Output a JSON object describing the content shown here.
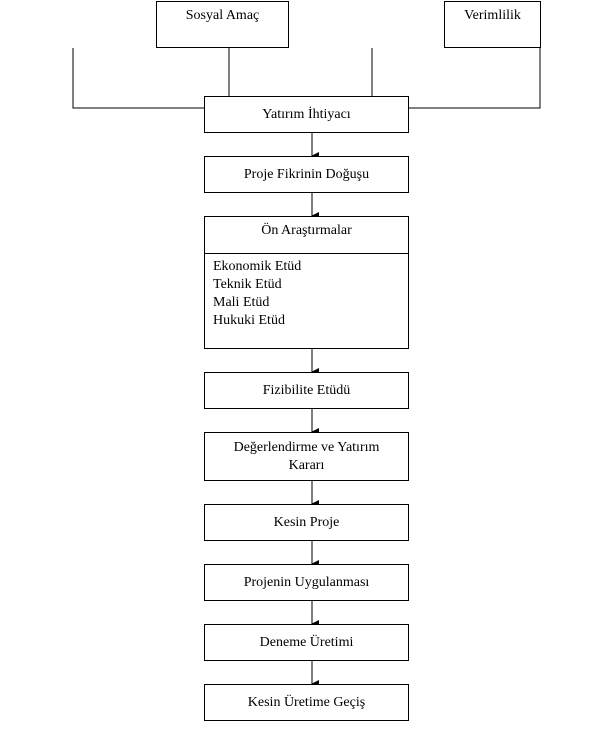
{
  "top_boxes": {
    "sosyal_amac": "Sosyal Amaç",
    "verimlilik": "Verimlilik"
  },
  "steps": {
    "yatirim_ihtiyaci": "Yatırım İhtiyacı",
    "proje_fikri": "Proje Fikrinin Doğuşu",
    "on_arastirmalar": {
      "title": "Ön Araştırmalar",
      "items": [
        "Ekonomik Etüd",
        "Teknik Etüd",
        "Mali Etüd",
        "Hukuki Etüd"
      ]
    },
    "fizibilite": "Fizibilite Etüdü",
    "degerlendirme_line1": "Değerlendirme ve Yatırım",
    "degerlendirme_line2": "Kararı",
    "kesin_proje": "Kesin Proje",
    "uygulama": "Projenin Uygulanması",
    "deneme": "Deneme Üretimi",
    "kesin_uretim": "Kesin Üretime Geçiş"
  }
}
